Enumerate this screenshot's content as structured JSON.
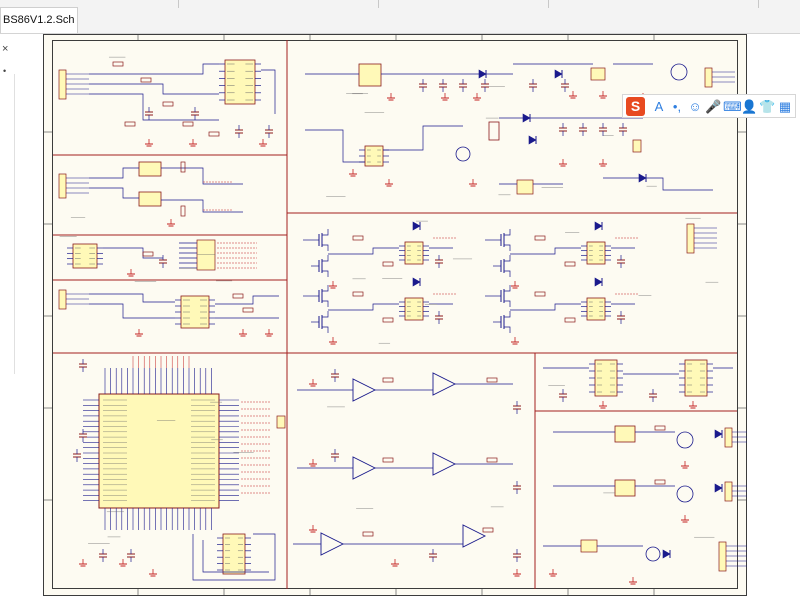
{
  "app": {
    "tab_title": "BS86V1.2.Sch",
    "panel_close": "×",
    "panel_dot": "•"
  },
  "ime_toolbar": {
    "logo": "S",
    "icons": [
      {
        "name": "ime-mode-icon",
        "glyph": "A"
      },
      {
        "name": "punctuation-icon",
        "glyph": "•,"
      },
      {
        "name": "emoji-icon",
        "glyph": "☺"
      },
      {
        "name": "microphone-icon",
        "glyph": "🎤"
      },
      {
        "name": "keyboard-icon",
        "glyph": "⌨"
      },
      {
        "name": "user-icon",
        "glyph": "👤"
      },
      {
        "name": "skin-icon",
        "glyph": "👕"
      },
      {
        "name": "toolbox-icon",
        "glyph": "▦"
      }
    ]
  },
  "colors": {
    "sheet_bg": "#fdfbf2",
    "frame": "#3c3c3c",
    "zone_line": "#a31f1f",
    "wire": "#1a1a8c",
    "component": "#8a1a1a",
    "ic_fill": "#fff9b8",
    "power": "#c42020",
    "net_label": "#6a6a6a"
  }
}
